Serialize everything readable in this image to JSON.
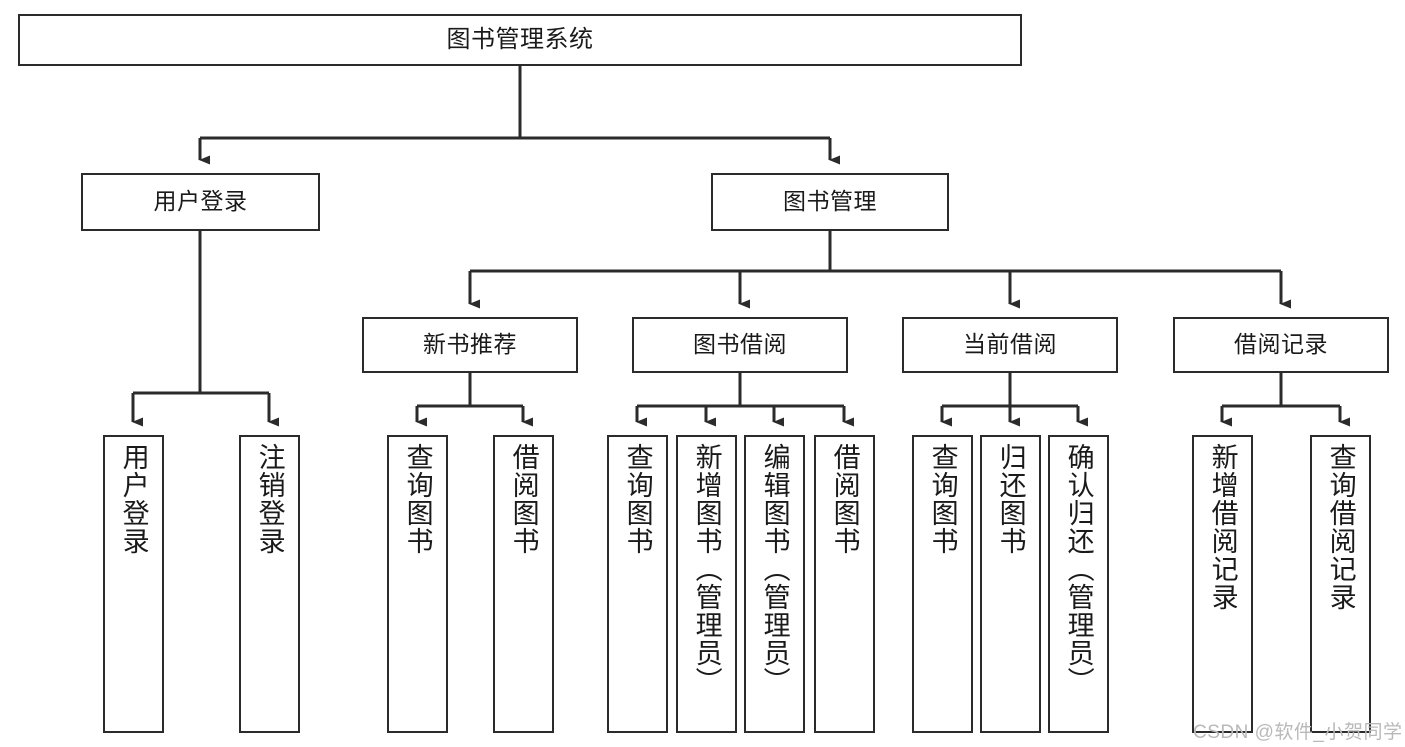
{
  "diagram": {
    "type": "tree",
    "title": "图书管理系统",
    "watermark": "CSDN @软件_小贺同学",
    "colors": {
      "stroke": "#2b2b2b",
      "fill": "#ffffff",
      "text": "#1a1a1a",
      "watermark": "#b9b9b9"
    },
    "root": {
      "label": "图书管理系统"
    },
    "level1": [
      {
        "label": "用户登录"
      },
      {
        "label": "图书管理"
      }
    ],
    "level2": [
      {
        "label": "新书推荐"
      },
      {
        "label": "图书借阅"
      },
      {
        "label": "当前借阅"
      },
      {
        "label": "借阅记录"
      }
    ],
    "leaves": {
      "user_login": [
        {
          "label": "用户登录"
        },
        {
          "label": "注销登录"
        }
      ],
      "new_book": [
        {
          "label": "查询图书"
        },
        {
          "label": "借阅图书"
        }
      ],
      "book_borrow": [
        {
          "label": "查询图书"
        },
        {
          "label": "新增图书（管理员）"
        },
        {
          "label": "编辑图书（管理员）"
        },
        {
          "label": "借阅图书"
        }
      ],
      "current_borrow": [
        {
          "label": "查询图书"
        },
        {
          "label": "归还图书"
        },
        {
          "label": "确认归还（管理员）"
        }
      ],
      "borrow_record": [
        {
          "label": "新增借阅记录"
        },
        {
          "label": "查询借阅记录"
        }
      ]
    }
  }
}
